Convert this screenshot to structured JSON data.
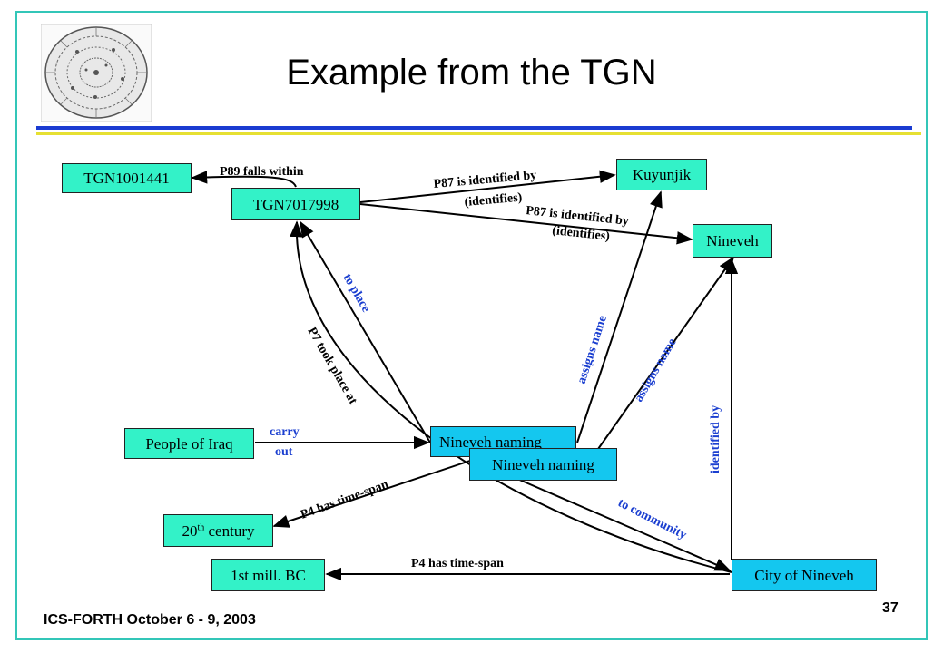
{
  "slide": {
    "title": "Example from the TGN",
    "footer": "ICS-FORTH October 6 - 9, 2003",
    "page_number": "37"
  },
  "nodes": {
    "tgn1001441": "TGN1001441",
    "tgn7017998": "TGN7017998",
    "kuyunjik": "Kuyunjik",
    "nineveh": "Nineveh",
    "people_of_iraq": "People of Iraq",
    "nineveh_naming_1": "Nineveh naming",
    "nineveh_naming_2": "Nineveh naming",
    "century_20_base": "20",
    "century_20_sup": "th",
    "century_20_rest": " century",
    "mill_bc": "1st mill. BC",
    "city_of_nineveh": "City of Nineveh"
  },
  "edges": {
    "p89": "P89 falls within",
    "p87_a_line1": "P87 is identified by",
    "p87_a_line2": "(identifies)",
    "p87_b_line1": "P87 is identified by",
    "p87_b_line2": "(identifies)",
    "to_place": "to place",
    "p7": "P7 took place at",
    "assigns_name_1": "assigns name",
    "assigns_name_2": "assigns name",
    "identified_by": "identified by",
    "carry": "carry",
    "out": "out",
    "p4_a": "P4 has time-span",
    "to_community": "to community",
    "p4_b": "P4 has time-span"
  },
  "colors": {
    "frame": "#33c6b8",
    "rule_blue": "#1a3bd1",
    "rule_yellow": "#e6e032",
    "node_green": "#33f2c8",
    "node_blue": "#14c7ef",
    "label_blue": "#1b3fd0"
  }
}
